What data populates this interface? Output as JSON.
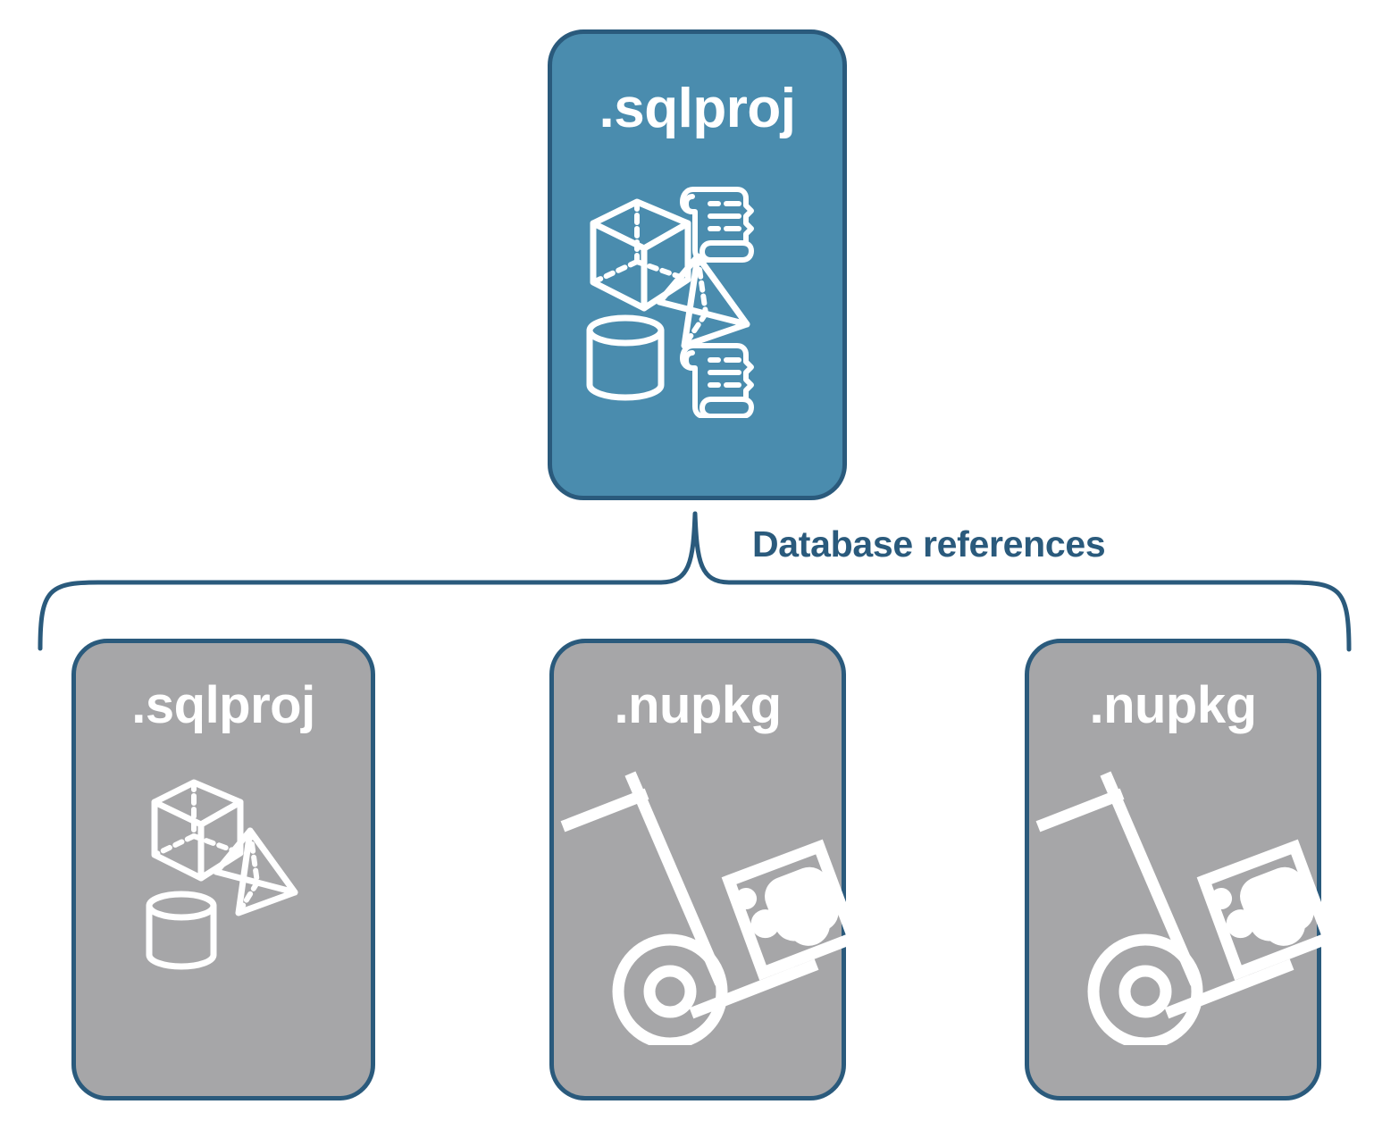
{
  "diagram": {
    "title_node": {
      "label": ".sqlproj",
      "fill": "#4a8cae",
      "stroke": "#2a5a7c",
      "icons": [
        "cube-icon",
        "pyramid-icon",
        "cylinder-icon",
        "scroll-icon",
        "scroll-icon"
      ]
    },
    "connector": {
      "label": "Database references",
      "color": "#2a5a7c",
      "style": "curly-brace"
    },
    "reference_nodes": [
      {
        "label": ".sqlproj",
        "fill": "#a6a6a8",
        "stroke": "#2a5a7c",
        "icons": [
          "cube-icon",
          "pyramid-icon",
          "cylinder-icon"
        ]
      },
      {
        "label": ".nupkg",
        "fill": "#a6a6a8",
        "stroke": "#2a5a7c",
        "icons": [
          "hand-truck-package-icon"
        ]
      },
      {
        "label": ".nupkg",
        "fill": "#a6a6a8",
        "stroke": "#2a5a7c",
        "icons": [
          "hand-truck-package-icon"
        ]
      }
    ]
  }
}
